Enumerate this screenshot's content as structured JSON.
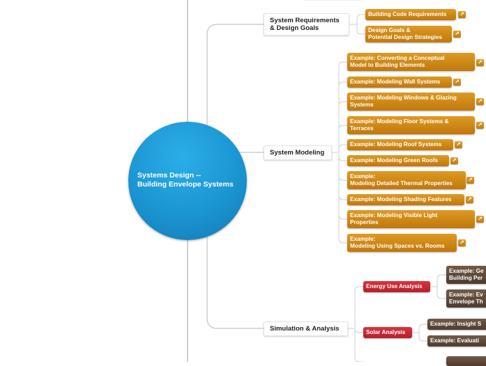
{
  "root": {
    "label": "Systems Design --\nBuilding Envelope Systems"
  },
  "branches": [
    {
      "id": "req",
      "label": "System Requirements\n& Design Goals",
      "children": [
        {
          "label": "Building Code Requirements"
        },
        {
          "label": "Design Goals &\nPotential Design Strategies"
        }
      ]
    },
    {
      "id": "model",
      "label": "System Modeling",
      "children": [
        {
          "label": "Example: Converting a Conceptual\nModel to Building Elements"
        },
        {
          "label": "Example: Modeling Wall Systems"
        },
        {
          "label": "Example: Modeling Windows & Glazing\nSystems"
        },
        {
          "label": "Example: Modeling Floor Systems &\nTerraces"
        },
        {
          "label": "Example: Modeling Roof Systems"
        },
        {
          "label": "Example: Modeling Green Roofs"
        },
        {
          "label": "Example:\nModeling Detailed Thermal Properties"
        },
        {
          "label": "Example: Modeling Shading Features"
        },
        {
          "label": "Example: Modeling Visible Light\nProperties"
        },
        {
          "label": "Example:\nModeling Using Spaces vs. Rooms"
        }
      ]
    },
    {
      "id": "sim",
      "label": "Simulation & Analysis",
      "children": [
        {
          "label": "Energy Use Analysis",
          "children": [
            {
              "label": "Example: Ge\nBuilding Per"
            },
            {
              "label": "Example: Ev\nEnvelope Th"
            }
          ]
        },
        {
          "label": "Solar Analysis",
          "children": [
            {
              "label": "Example: Insight S"
            },
            {
              "label": "Example: Evaluati"
            }
          ]
        }
      ]
    }
  ],
  "icons": {
    "fold": "expand-arrow-icon"
  },
  "colors": {
    "root": "#1b95d2",
    "example": "#c97f10",
    "analysis": "#c2263a",
    "sub_example": "#5d4737"
  }
}
